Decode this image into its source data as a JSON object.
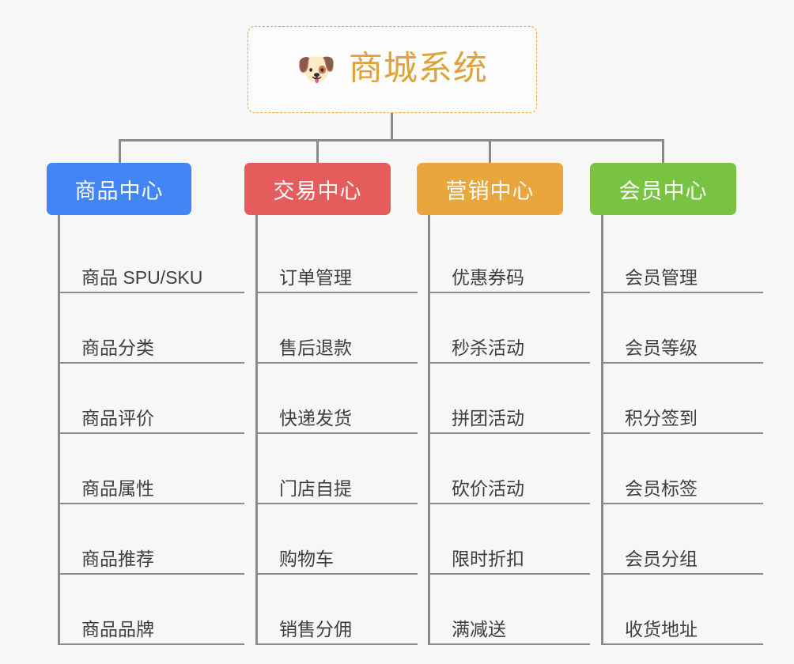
{
  "diagram": {
    "type": "mind-map",
    "background_color": "#f7f7f7",
    "root": {
      "title": "商城系统",
      "icon": "shiba-dog-face-emoji",
      "icon_glyph": "🐶",
      "text_color": "#e0a33c",
      "border_color": "#e6a83c",
      "border_style": "dashed",
      "background_color": "#fdfdfd"
    },
    "connector_color": "#8a8a8a",
    "branches": [
      {
        "label": "商品中心",
        "color": "#4285f4",
        "items": [
          "商品 SPU/SKU",
          "商品分类",
          "商品评价",
          "商品属性",
          "商品推荐",
          "商品品牌"
        ]
      },
      {
        "label": "交易中心",
        "color": "#e45c5c",
        "items": [
          "订单管理",
          "售后退款",
          "快递发货",
          "门店自提",
          "购物车",
          "销售分佣"
        ]
      },
      {
        "label": "营销中心",
        "color": "#e8a63c",
        "items": [
          "优惠券码",
          "秒杀活动",
          "拼团活动",
          "砍价活动",
          "限时折扣",
          "满减送"
        ]
      },
      {
        "label": "会员中心",
        "color": "#79c342",
        "items": [
          "会员管理",
          "会员等级",
          "积分签到",
          "会员标签",
          "会员分组",
          "收货地址"
        ]
      }
    ]
  }
}
